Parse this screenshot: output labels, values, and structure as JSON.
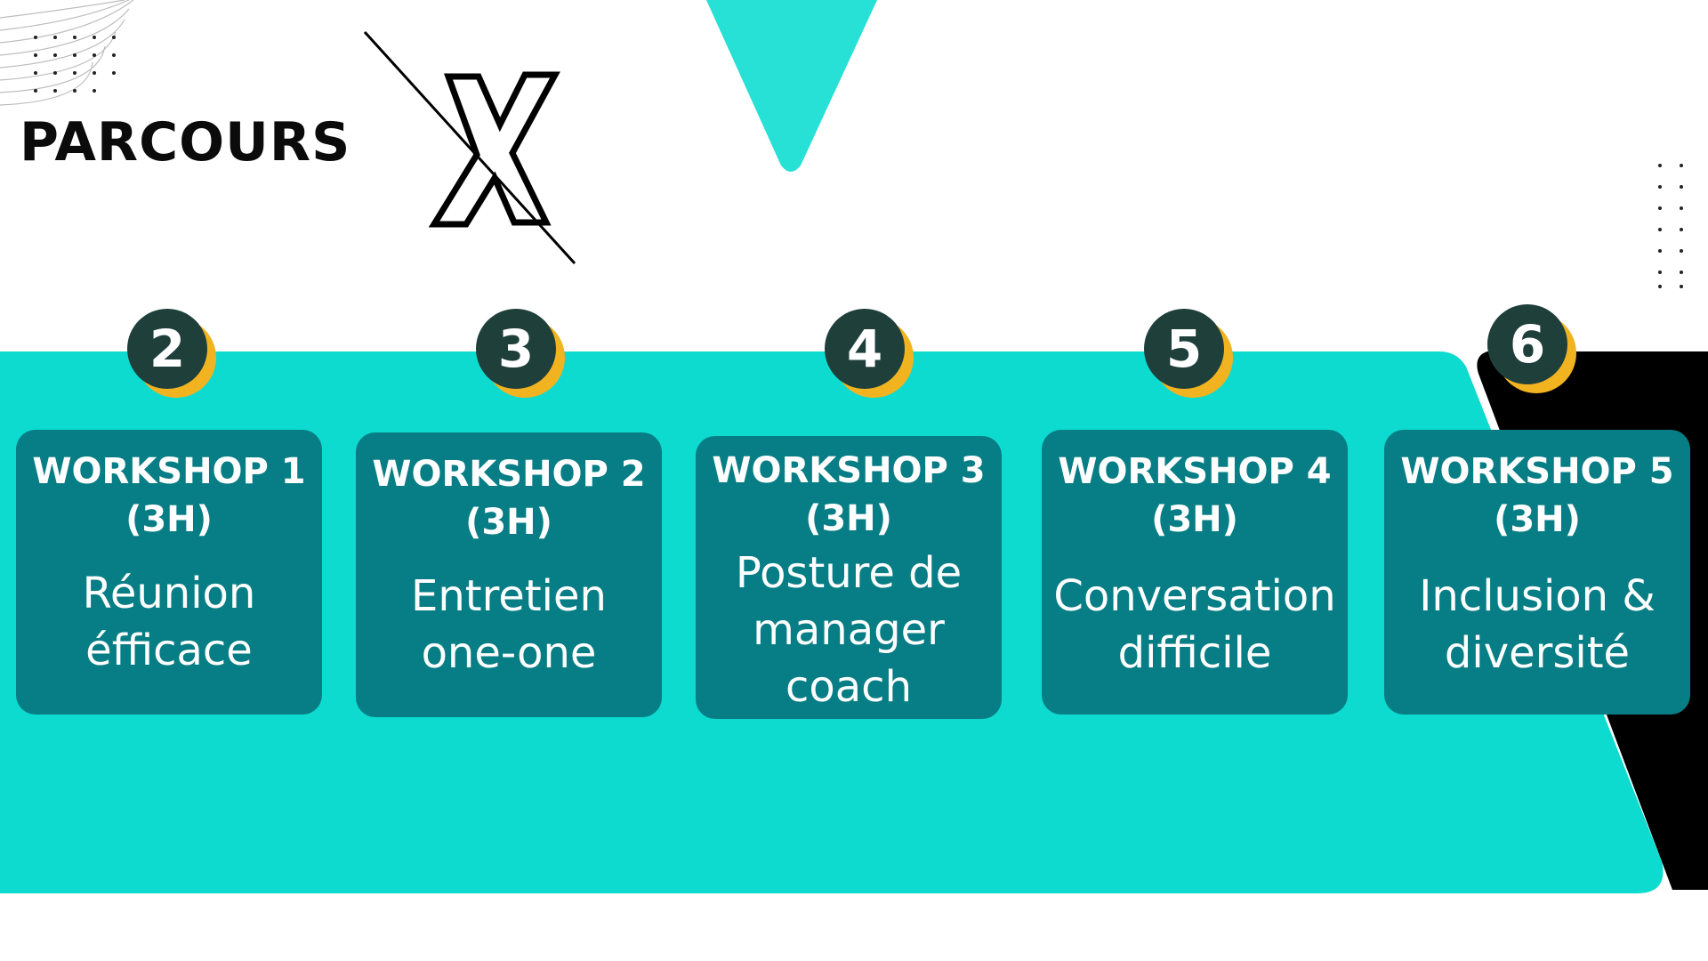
{
  "brand": {
    "text": "PARCOURS",
    "logo_icon": "x-logo-icon"
  },
  "colors": {
    "band": "#0ddbd0",
    "card": "#077e85",
    "badge": "#1f3f3b",
    "badge_accent": "#f2b320",
    "triangle": "#27e0d6",
    "dark": "#000000"
  },
  "steps": [
    {
      "number": "2",
      "title": "WORKSHOP 1\n(3H)",
      "desc": "Réunion\néfficace"
    },
    {
      "number": "3",
      "title": "WORKSHOP 2\n(3H)",
      "desc": "Entretien\none-one"
    },
    {
      "number": "4",
      "title": "WORKSHOP 3\n(3H)",
      "desc": "Posture de\nmanager\ncoach"
    },
    {
      "number": "5",
      "title": "WORKSHOP 4\n(3H)",
      "desc": "Conversation\ndifficile"
    },
    {
      "number": "6",
      "title": "WORKSHOP 5\n(3H)",
      "desc": "Inclusion &\ndiversité"
    }
  ]
}
